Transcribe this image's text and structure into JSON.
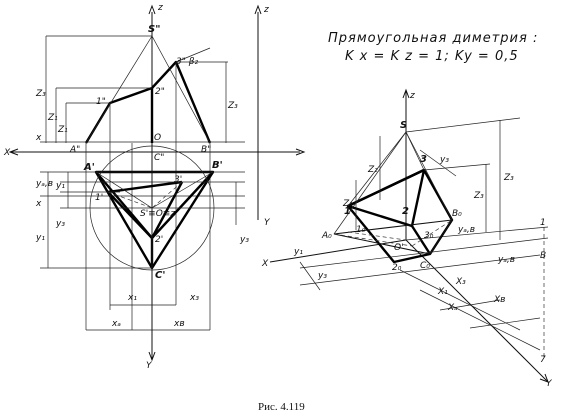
{
  "title": {
    "line1": "Прямоугольная диметрия :",
    "line2": "K x = K z = 1;  Ky = 0,5"
  },
  "caption": "Рис. 4.119",
  "axes": {
    "z": "z",
    "x": "x",
    "X": "X",
    "Y": "Y",
    "y": "y"
  },
  "ortho_labels": {
    "S2": "S\"",
    "beta2": "3\" β₂",
    "one2": "1\"",
    "two2": "2\"",
    "A2": "A\"",
    "B2": "B\"",
    "O": "O",
    "C2y": "C\"",
    "Z_S": "Z₃",
    "Z_1a": "Z₁",
    "Z_1b": "Z₁",
    "Z_3": "Z₃",
    "A1": "A'",
    "B1": "B'",
    "three1": "3'",
    "one1": "1'",
    "SOz": "S'≡O≡z",
    "two1": "2'",
    "C1": "C'",
    "yAB": "yₐ,ʙ",
    "y1a": "y₁",
    "y3a": "y₃",
    "y1b": "y₁",
    "y3b": "y₃",
    "x1": "x₁",
    "x3": "x₃",
    "xA": "xₐ",
    "xB": "xʙ"
  },
  "iso_labels": {
    "z": "z",
    "S": "S",
    "three": "3",
    "y3": "y₃",
    "Z2": "Z₂",
    "Z3a": "Z₃",
    "Z3b": "Z₃",
    "Z1": "Z₁",
    "one": "1",
    "two": "2",
    "B0": "B₀",
    "yAB": "yₐ,ʙ",
    "A0": "A₀",
    "one0": "1₀",
    "O1": "O'",
    "three0": "3₀",
    "two0": "2₀",
    "C0": "C₀",
    "X": "X",
    "y1": "y₁",
    "Y": "Y",
    "X1": "X₁",
    "X3": "X₃",
    "XA": "Xₐ",
    "XB": "Xʙ",
    "B": "B",
    "yAB2": "yₐ,ʙ",
    "numOne": "1",
    "numSeven": "7"
  }
}
